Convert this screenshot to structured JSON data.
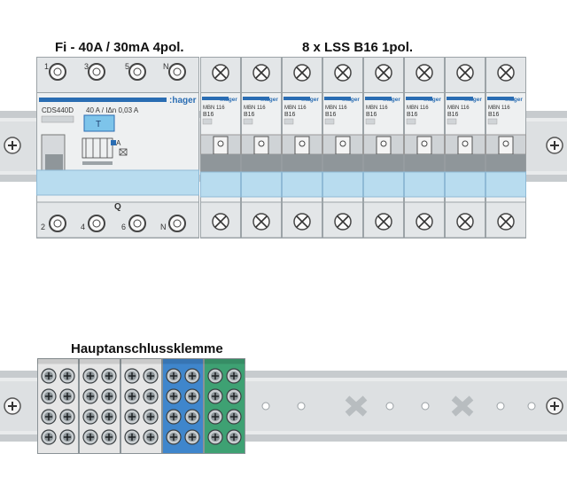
{
  "labels": {
    "rcd": "Fi - 40A / 30mA 4pol.",
    "mcb": "8 x LSS B16 1pol.",
    "terminal": "Hauptanschlussklemme"
  },
  "rcd": {
    "brand": ":hager",
    "model": "CDS440D",
    "rating": "40 A / IΔn 0,03 A",
    "test_button": "T",
    "handle_text": "Q",
    "top_terminals": [
      "1",
      "3",
      "5",
      "N"
    ],
    "bottom_terminals": [
      "2",
      "4",
      "6",
      "N"
    ],
    "indicator": "A"
  },
  "mcb": {
    "count": 8,
    "brand": ":hager",
    "model": "MBN 116",
    "rating": "B16"
  },
  "terminal_block": {
    "blocks": [
      {
        "color": "#e6e6e6"
      },
      {
        "color": "#e6e6e6"
      },
      {
        "color": "#e6e6e6"
      },
      {
        "color": "#3f86cc"
      },
      {
        "color": "#3ea173"
      }
    ]
  },
  "colors": {
    "rail": "#d9dcde",
    "device_body": "#eef0f1",
    "window_blue": "#b8dcef",
    "brand_blue": "#2a6db3",
    "neutral_blue": "#3f86cc",
    "earth_green": "#3ea173"
  }
}
